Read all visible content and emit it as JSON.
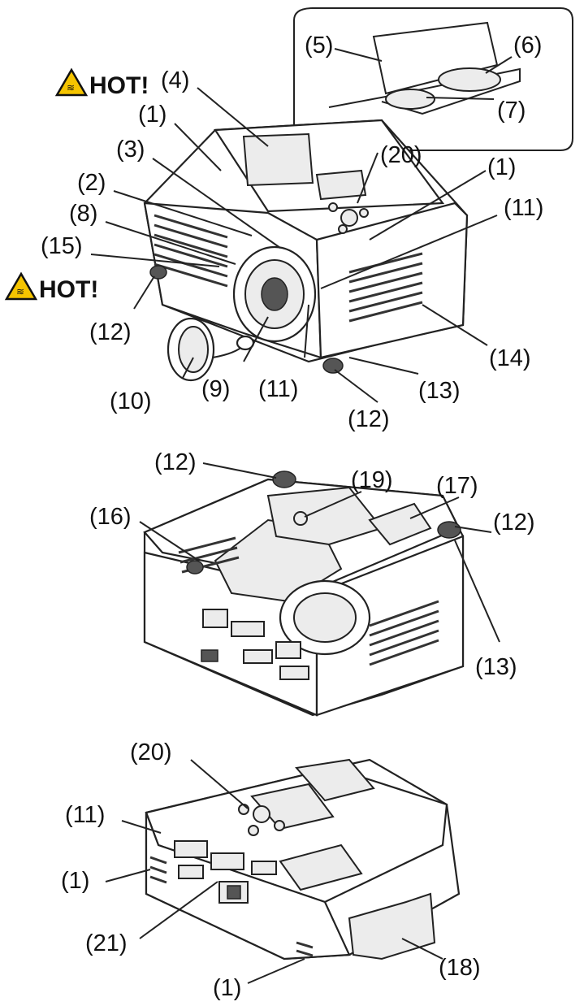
{
  "warning": {
    "text": "HOT!"
  },
  "figures": [
    {
      "name": "top-front-view"
    },
    {
      "name": "bottom-view"
    },
    {
      "name": "rear-view"
    }
  ],
  "labels": {
    "l1": "(1)",
    "l2": "(2)",
    "l3": "(3)",
    "l4": "(4)",
    "l5": "(5)",
    "l6": "(6)",
    "l7": "(7)",
    "l8": "(8)",
    "l9": "(9)",
    "l10": "(10)",
    "l11": "(11)",
    "l12": "(12)",
    "l13": "(13)",
    "l14": "(14)",
    "l15": "(15)",
    "l16": "(16)",
    "l17": "(17)",
    "l18": "(18)",
    "l19": "(19)",
    "l20": "(20)",
    "l21": "(21)"
  }
}
